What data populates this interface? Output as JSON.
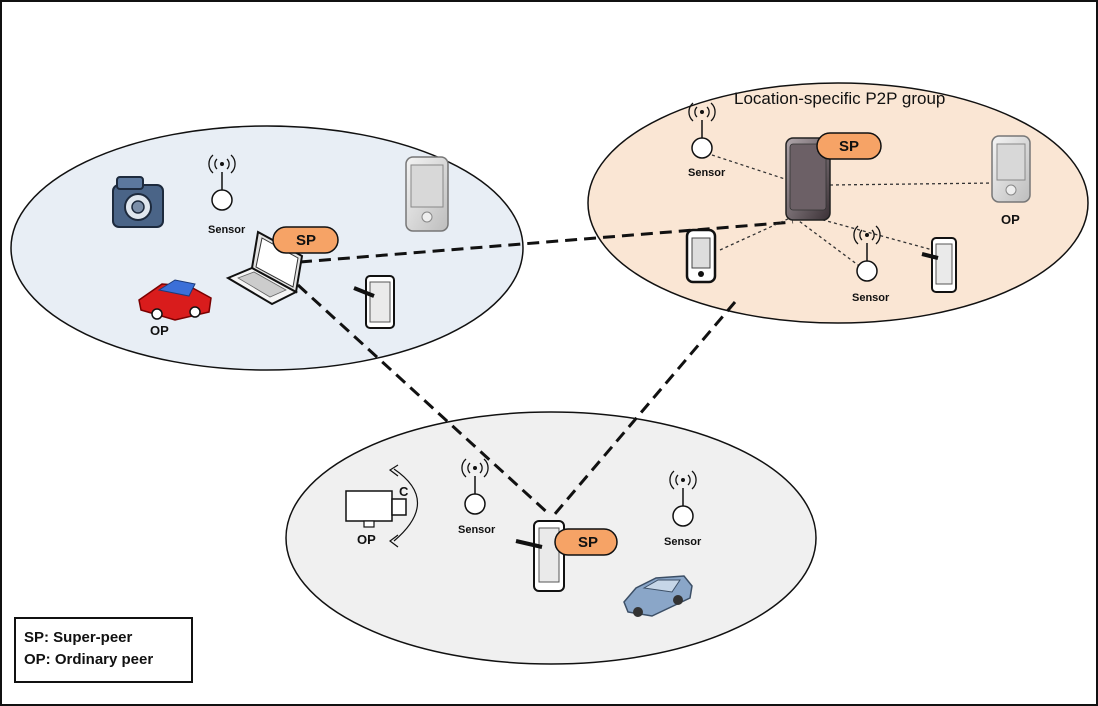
{
  "group_title": "Location-specific P2P group",
  "labels": {
    "sp": "SP",
    "op": "OP",
    "sensor": "Sensor",
    "camera_control": "C"
  },
  "legend": [
    "SP: Super-peer",
    "OP: Ordinary peer"
  ],
  "colors": {
    "left_group_fill": "#e8eef5",
    "right_group_fill": "#fae6d4",
    "bottom_group_fill": "#f0f0f0",
    "sp_badge": "#f6a366",
    "car_red": "#d91c1c",
    "car_blue": "#8aa6c8"
  }
}
